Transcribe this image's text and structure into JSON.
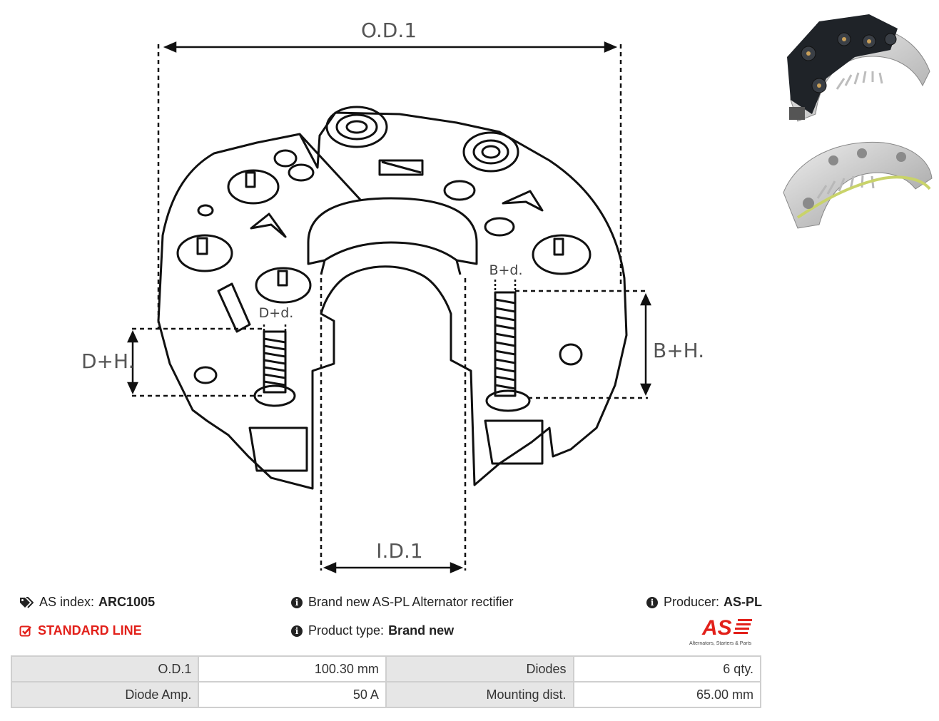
{
  "diagram": {
    "od_label": "O.D.1",
    "id_label": "I.D.1",
    "dh_label": "D+H.",
    "bh_label": "B+H.",
    "dd_label": "D+d.",
    "bd_label": "B+d."
  },
  "info": {
    "as_index_label": "AS index:",
    "as_index_value": "ARC1005",
    "line": "STANDARD LINE",
    "description": "Brand new AS-PL Alternator rectifier",
    "product_type_label": "Product type:",
    "product_type_value": "Brand new",
    "producer_label": "Producer:",
    "producer_value": "AS-PL"
  },
  "logo": {
    "text": "AS",
    "tagline": "Alternators, Starters & Parts",
    "color": "#e2201a"
  },
  "specs": [
    {
      "k1": "O.D.1",
      "v1": "100.30 mm",
      "k2": "Diodes",
      "v2": "6 qty."
    },
    {
      "k1": "Diode Amp.",
      "v1": "50 A",
      "k2": "Mounting dist.",
      "v2": "65.00 mm"
    }
  ]
}
